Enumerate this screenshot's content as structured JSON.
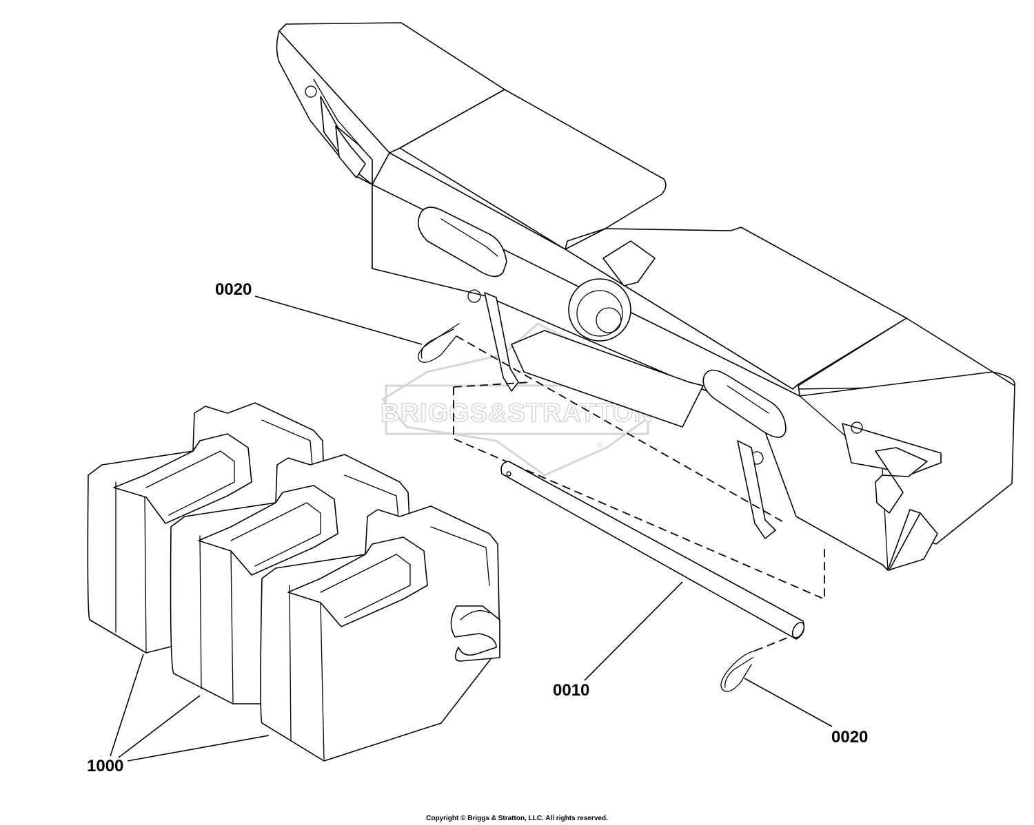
{
  "watermark": {
    "text": "BRIGGS&STRATTON",
    "registered_mark": "®"
  },
  "callouts": [
    {
      "id": "0020-top",
      "label": "0020"
    },
    {
      "id": "0010",
      "label": "0010"
    },
    {
      "id": "0020-bottom",
      "label": "0020"
    },
    {
      "id": "1000",
      "label": "1000"
    }
  ],
  "footer": {
    "copyright": "Copyright © Briggs & Stratton, LLC. All rights reserved."
  },
  "colors": {
    "line": "#000000",
    "background": "#ffffff",
    "watermark": "#d6d6d6"
  }
}
